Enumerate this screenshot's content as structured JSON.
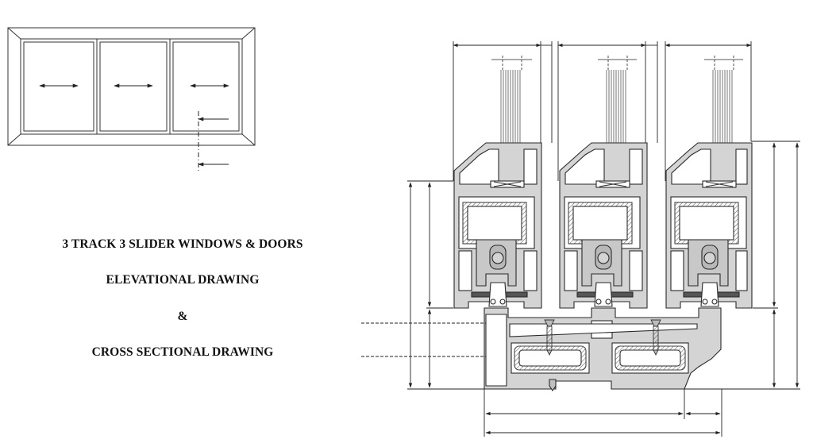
{
  "captions": {
    "line1": "3 TRACK 3 SLIDER WINDOWS & DOORS",
    "line2": "ELEVATIONAL DRAWING",
    "line3": "&",
    "line4": "CROSS SECTIONAL DRAWING"
  },
  "elevation": {
    "panels": 3,
    "slide_direction": "horizontal-both-ways"
  },
  "section": {
    "tracks": 3,
    "colors": {
      "stroke": "#2a2a2a",
      "profile_fill": "#d4d4d4",
      "page_bg": "#ffffff"
    }
  },
  "icons": {
    "panel_arrow": "double-headed-arrow",
    "screw": "countersunk-screw"
  }
}
